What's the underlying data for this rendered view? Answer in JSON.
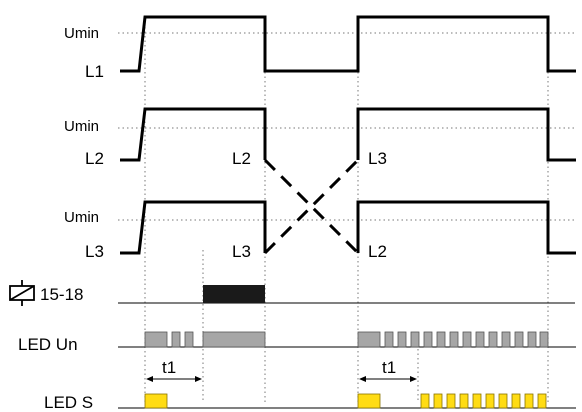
{
  "signals": {
    "l1": {
      "umin_label": "Umin",
      "label": "L1"
    },
    "l2": {
      "umin_label": "Umin",
      "label": "L2",
      "fall_label": "L2",
      "cross_label": "L3"
    },
    "l3": {
      "umin_label": "Umin",
      "label": "L3",
      "fall_label": "L3",
      "cross_label": "L2"
    }
  },
  "relay": {
    "label": "15-18"
  },
  "led_un": {
    "label": "LED Un",
    "color": "#a6a6a6"
  },
  "led_s": {
    "label": "LED S",
    "color": "#ffdc14"
  },
  "timers": {
    "t1_first": "t1",
    "t1_second": "t1"
  }
}
